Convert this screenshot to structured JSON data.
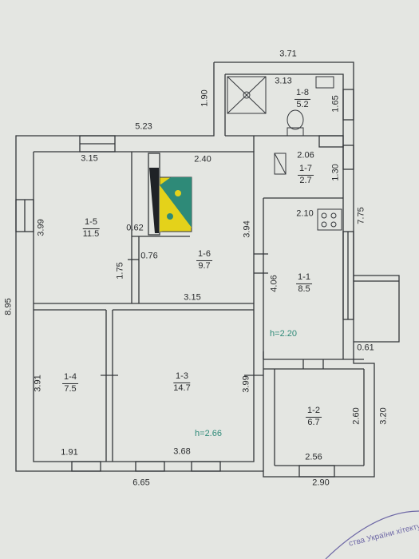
{
  "rooms": [
    {
      "id": "1-1",
      "area": "8.5"
    },
    {
      "id": "1-2",
      "area": "6.7"
    },
    {
      "id": "1-3",
      "area": "14.7"
    },
    {
      "id": "1-4",
      "area": "7.5"
    },
    {
      "id": "1-5",
      "area": "11.5"
    },
    {
      "id": "1-6",
      "area": "9.7"
    },
    {
      "id": "1-7",
      "area": "2.7"
    },
    {
      "id": "1-8",
      "area": "5.2"
    }
  ],
  "dimensions": {
    "top_annex": "3.71",
    "annex_left": "1.90",
    "annex_inner": "3.13",
    "annex_right": "1.65",
    "main_top": "5.23",
    "room15_top": "3.15",
    "room16_top": "2.40",
    "room17_top": "2.06",
    "room17_right": "1.30",
    "kitchen_top": "2.10",
    "right_side": "7.75",
    "room15_left": "3.99",
    "chimney_w": "0.62",
    "room16_right": "3.94",
    "chimney_d": "0.76",
    "partition_h": "1.75",
    "room11_left": "4.06",
    "overall_left": "8.95",
    "mid_wall": "3.15",
    "porch": "0.61",
    "room14_left": "3.91",
    "room13_right": "3.99",
    "room12_right": "2.60",
    "outer_right": "3.20",
    "room14_bottom": "1.91",
    "room13_bottom": "3.68",
    "room12_bottom": "2.56",
    "main_bottom": "6.65",
    "right_bottom": "2.90"
  },
  "heights": {
    "annex": "h=2.20",
    "main": "h=2.66"
  },
  "stamp_text": "ства України  хітектури",
  "colors": {
    "wall": "#33363a",
    "stamp": "#6e68a6",
    "green": "#2e8a78",
    "yellow": "#e4d21a",
    "paper": "#e4e6e2"
  }
}
